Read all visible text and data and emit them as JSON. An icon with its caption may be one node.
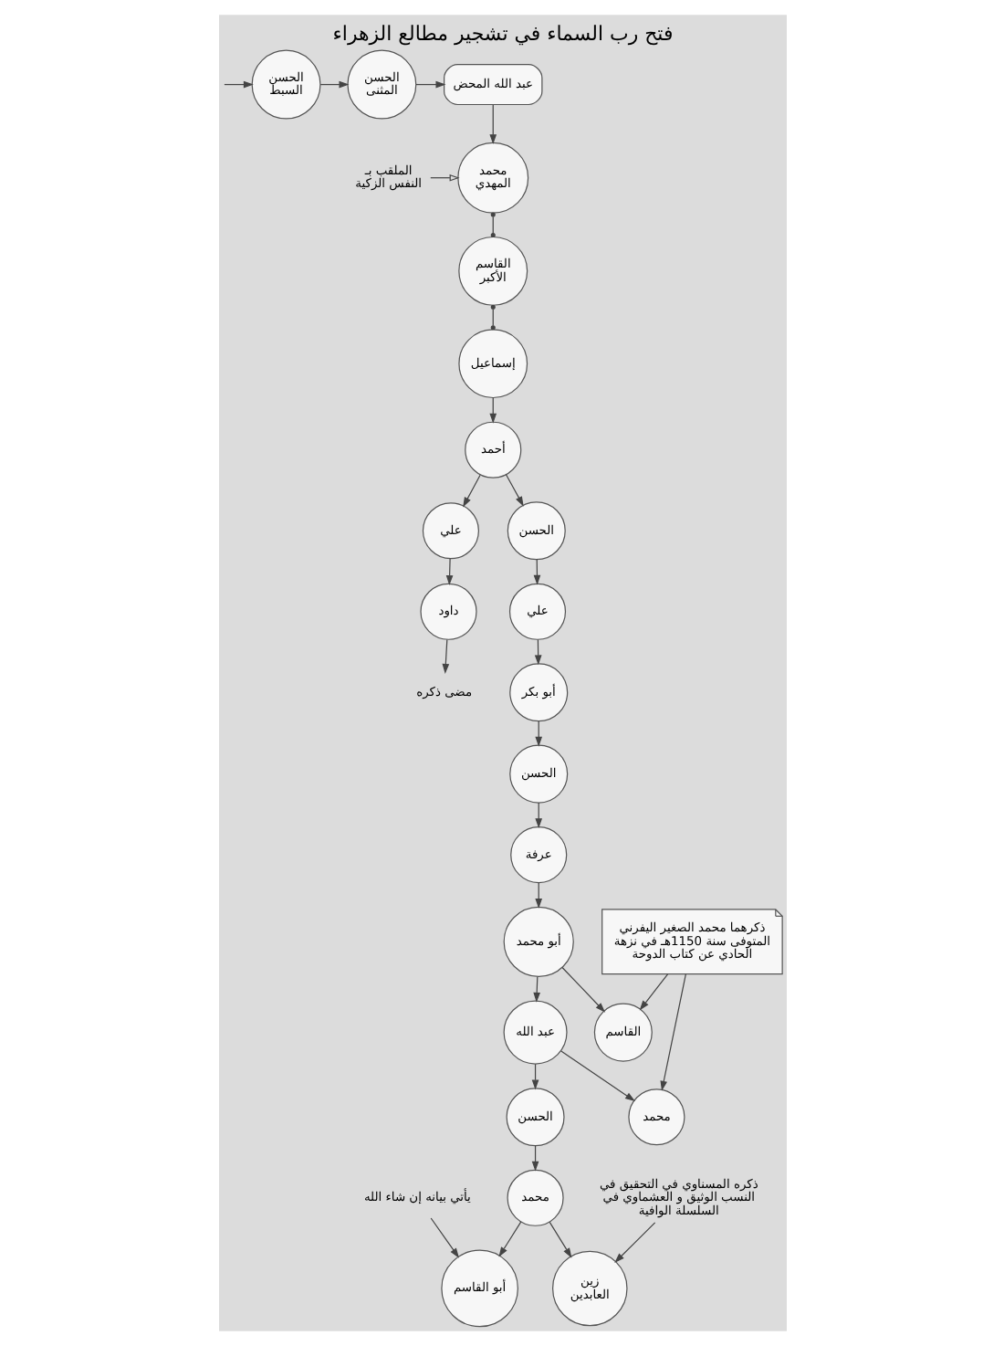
{
  "diagram": {
    "title": "فتح رب السماء في تشجير مطالع الزهراء",
    "nodes": [
      {
        "text": [
          "الحسن السبط"
        ]
      },
      {
        "text": [
          "الحسن المثنى"
        ]
      },
      {
        "text": [
          "عبد الله المحض"
        ]
      },
      {
        "text": [
          "محمد المهدي"
        ]
      },
      {
        "text": [
          "الملقب بـ النفس الزكية"
        ]
      },
      {
        "text": [
          "القاسم الأكبر"
        ]
      },
      {
        "text": [
          "إسماعيل"
        ]
      },
      {
        "text": [
          "أحمد"
        ]
      },
      {
        "text": [
          "علي"
        ]
      },
      {
        "text": [
          "الحسن"
        ]
      },
      {
        "text": [
          "داود"
        ]
      },
      {
        "text": [
          "مضى ذكره"
        ]
      },
      {
        "text": [
          "علي"
        ]
      },
      {
        "text": [
          "أبو بكر"
        ]
      },
      {
        "text": [
          "الحسن"
        ]
      },
      {
        "text": [
          "عرفة"
        ]
      },
      {
        "text": [
          "أبو محمد"
        ]
      },
      {
        "text": [
          "عبد الله"
        ]
      },
      {
        "text": [
          "القاسم"
        ]
      },
      {
        "text": [
          "محمد"
        ]
      },
      {
        "text": [
          "الحسن"
        ]
      },
      {
        "text": [
          "محمد"
        ]
      },
      {
        "text": [
          "أبو القاسم"
        ]
      },
      {
        "text": [
          "زين العابدين"
        ]
      },
      {
        "text": [
          "ذكرهما محمد الصغير اليفرني المتوفى سنة 1150هـ في نزهة الحادي عن كتاب الدوحة"
        ]
      },
      {
        "text": [
          "يأتي بيانه إن شاء الله"
        ]
      },
      {
        "text": [
          "ذكره المسناوي في التحقيق في النسب الوثيق و العشماوي في السلسلة الوافية"
        ]
      }
    ],
    "edges": [
      {
        "from": null,
        "to": 0,
        "arrow": "to"
      },
      {
        "from": 0,
        "to": 1,
        "arrow": "to"
      },
      {
        "from": 1,
        "to": 2,
        "arrow": "to"
      },
      {
        "from": 2,
        "to": 3,
        "arrow": "to"
      },
      {
        "from": 4,
        "to": 3,
        "arrow": "to"
      },
      {
        "from": 3,
        "to": 5,
        "arrow": "other"
      },
      {
        "from": 5,
        "to": 6,
        "arrow": "other"
      },
      {
        "from": 6,
        "to": 7,
        "arrow": "to"
      },
      {
        "from": 7,
        "to": 8,
        "arrow": "to"
      },
      {
        "from": 7,
        "to": 9,
        "arrow": "to"
      },
      {
        "from": 8,
        "to": 10,
        "arrow": "to"
      },
      {
        "from": 10,
        "to": 11,
        "arrow": "to"
      },
      {
        "from": 9,
        "to": 12,
        "arrow": "to"
      },
      {
        "from": 12,
        "to": 13,
        "arrow": "to"
      },
      {
        "from": 13,
        "to": 14,
        "arrow": "to"
      },
      {
        "from": 14,
        "to": 15,
        "arrow": "to"
      },
      {
        "from": 15,
        "to": 16,
        "arrow": "to"
      },
      {
        "from": 16,
        "to": 17,
        "arrow": "to"
      },
      {
        "from": 16,
        "to": 18,
        "arrow": "to"
      },
      {
        "from": 17,
        "to": 20,
        "arrow": "to"
      },
      {
        "from": 17,
        "to": 19,
        "arrow": "to"
      },
      {
        "from": 20,
        "to": 21,
        "arrow": "to"
      },
      {
        "from": 21,
        "to": 22,
        "arrow": "to"
      },
      {
        "from": 21,
        "to": 23,
        "arrow": "to"
      },
      {
        "from": 24,
        "to": 19,
        "arrow": "to"
      },
      {
        "from": 24,
        "to": 18,
        "arrow": "to"
      },
      {
        "from": 25,
        "to": 22,
        "arrow": "to"
      },
      {
        "from": 26,
        "to": 23,
        "arrow": "to"
      }
    ]
  }
}
